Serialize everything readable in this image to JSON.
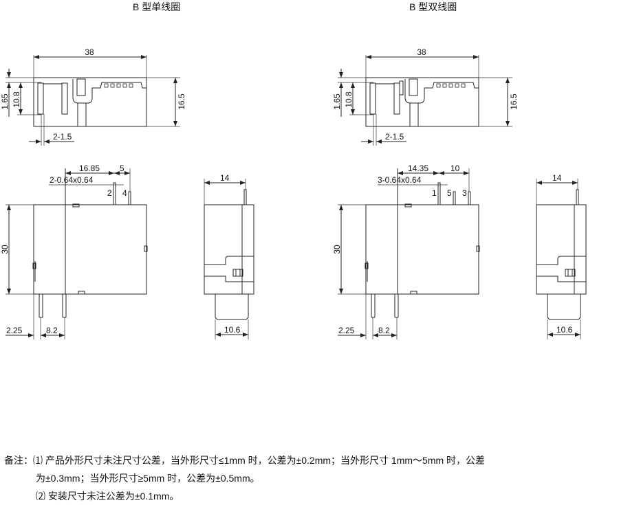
{
  "views": [
    {
      "title": "B  型单线圈",
      "top": {
        "width": "38",
        "height": "16.5",
        "offset": "1.65",
        "pin_height": "10.8",
        "pin_width": "2-1.5"
      },
      "front": {
        "dim_a": "16.85",
        "dim_b": "5",
        "pin_spec": "2-0.64x0.64",
        "pins": [
          "2",
          "4"
        ],
        "height": "30",
        "edge": "2.25",
        "pin_pitch": "8.2"
      },
      "side": {
        "width": "14",
        "tab": "10.6"
      }
    },
    {
      "title": "B  型双线圈",
      "top": {
        "width": "38",
        "height": "16.5",
        "offset": "1.65",
        "pin_height": "10.8",
        "pin_width": "2-1.5"
      },
      "front": {
        "dim_a": "14.35",
        "dim_b": "10",
        "pin_spec": "3-0.64x0.64",
        "pins": [
          "1",
          "5",
          "3"
        ],
        "height": "30",
        "edge": "2.25",
        "pin_pitch": "8.2"
      },
      "side": {
        "width": "14",
        "tab": "10.6"
      }
    }
  ],
  "notes": {
    "line1": "备注：⑴  产品外形尺寸未注尺寸公差，当外形尺寸≤1mm 时，公差为±0.2mm；当外形尺寸  1mm～5mm 时，公差",
    "line2": "为±0.3mm；当外形尺寸≥5mm 时，公差为±0.5mm。",
    "line3": "⑵  安装尺寸未注公差为±0.1mm。"
  }
}
